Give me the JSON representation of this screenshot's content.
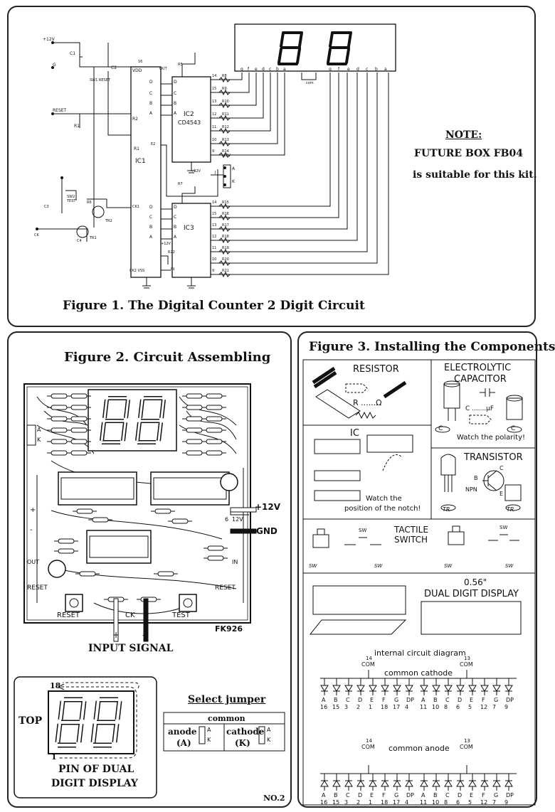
{
  "fig1": {
    "caption": "Figure 1. The Digital Counter 2 Digit Circuit",
    "note_title": "NOTE:",
    "note_line1": "FUTURE BOX FB04",
    "note_line2": "is suitable for this kit.",
    "labels": {
      "v12": "+12V",
      "g": "G",
      "reset_in": "RESET",
      "c1": "C1",
      "c2": "C2",
      "sw1": "SW1 RESET",
      "r1": "R1",
      "vdd": "VDD",
      "pin16": "16",
      "r2": "R2",
      "ic1": "IC1",
      "e2": "E2",
      "ck1": "CK1",
      "ck2vss": "CK2 VSS",
      "ic2": "IC2",
      "cd4543": "CD4543",
      "ic3": "IC3",
      "out": "OUT",
      "in": "IN",
      "r5": "R5",
      "r6": "R6",
      "r7": "R7",
      "r8": "R8",
      "r9": "R9",
      "tr1": "TR1",
      "tr2": "TR2",
      "c3": "C3",
      "c4": "C4",
      "sw2": "SW2 TEST",
      "ck": "CK",
      "com": "com",
      "jumper_a": "A",
      "jumper_k": "K",
      "j": "J",
      "r22": "R22",
      "v12b": "+12V",
      "v12c": "+12V",
      "v12d": "+12V"
    },
    "seg_letters": [
      "g",
      "f",
      "e",
      "d",
      "c",
      "b",
      "a"
    ],
    "res_top": [
      "R8",
      "R9",
      "R10",
      "R11",
      "R12",
      "R13",
      "R14"
    ],
    "res_bot": [
      "R15",
      "R16",
      "R17",
      "R18",
      "R19",
      "R20",
      "R21"
    ],
    "pins_top": [
      "14",
      "15",
      "13",
      "12",
      "11",
      "10",
      "9"
    ],
    "pins_bot": [
      "14",
      "15",
      "13",
      "12",
      "11",
      "10",
      "9"
    ],
    "ic1_inputs_top": [
      "D",
      "C",
      "B",
      "A"
    ],
    "ic1_inputs_bot": [
      "D",
      "C",
      "B",
      "A"
    ],
    "ic_pins_left_top": [
      "2",
      "14",
      "4",
      "5",
      "3"
    ],
    "ic_pins_left_bot": [
      "2",
      "4",
      "5",
      "3"
    ]
  },
  "fig2": {
    "title": "Figure 2. Circuit Assembling",
    "v12": "+12V",
    "gnd": "GND",
    "input_signal": "INPUT SIGNAL",
    "fk": "FK926",
    "reset1": "RESET",
    "reset2": "RESET",
    "test": "TEST",
    "out": "OUT",
    "in": "IN",
    "reset_left": "RESET",
    "reset_right": "RESET",
    "ck": "CK",
    "plus": "+",
    "minus": "-",
    "pcb_plus": "+",
    "pcb_minus": "-",
    "pcb_v12": "12V",
    "pcb_6": "6",
    "jumper_a": "A",
    "jumper_k": "K",
    "pin_box": {
      "top": "TOP",
      "pin18": "18",
      "pin1": "1",
      "caption1": "PIN OF DUAL",
      "caption2": "DIGIT DISPLAY"
    },
    "select": {
      "title": "Select jumper",
      "common": "common",
      "anode": "anode",
      "anode_sub": "(A)",
      "cathode": "cathode",
      "cathode_sub": "(K)",
      "a": "A",
      "k": "K"
    },
    "page_no": "NO.2"
  },
  "fig3": {
    "title": "Figure 3. Installing the Components",
    "resistor": "RESISTOR",
    "r_omega": "R ......Ω",
    "electrolytic1": "ELECTROLYTIC",
    "electrolytic2": "CAPACITOR",
    "cap_value": "C .......μF",
    "cap_label_left": "C",
    "cap_label_right": "C",
    "watch_polarity": "Watch the polarity!",
    "ic": "IC",
    "watch_notch1": "Watch the",
    "watch_notch2": "position of the notch!",
    "transistor": "TRANSISTOR",
    "npn": "NPN",
    "b": "B",
    "c": "C",
    "e": "E",
    "tr_left": "TR",
    "tr_right": "TR",
    "tactile1": "TACTILE",
    "tactile2": "SWITCH",
    "sw": "SW",
    "sw_tag1": "SW",
    "sw_tag2": "SW",
    "sw_tag3": "SW",
    "sw_tag4": "SW",
    "display_size": "0.56\"",
    "dual_digit": "DUAL DIGIT DISPLAY",
    "internal": "internal circuit diagram",
    "common_cathode": "common cathode",
    "common_anode": "common anode",
    "com": "COM",
    "com_pin_left": "14",
    "com_pin_right": "13",
    "seg_left": [
      "A",
      "B",
      "C",
      "D",
      "E",
      "F",
      "G",
      "DP"
    ],
    "pin_left": [
      "16",
      "15",
      "3",
      "2",
      "1",
      "18",
      "17",
      "4"
    ],
    "seg_right": [
      "A",
      "B",
      "C",
      "D",
      "E",
      "F",
      "G",
      "DP"
    ],
    "pin_right": [
      "11",
      "10",
      "8",
      "6",
      "5",
      "12",
      "7",
      "9"
    ]
  }
}
